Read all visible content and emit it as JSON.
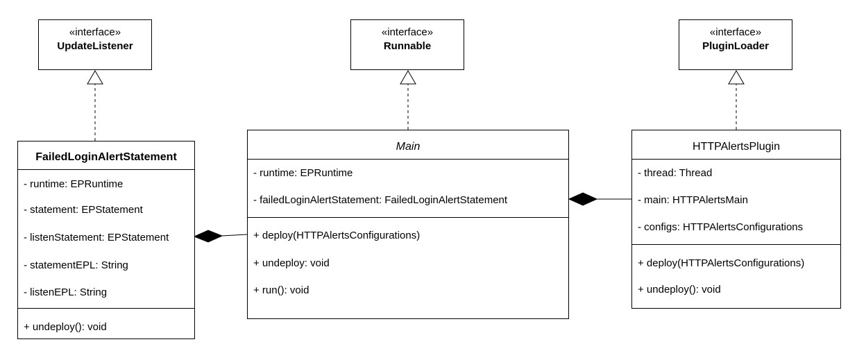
{
  "interfaces": [
    {
      "stereotype": "«interface»",
      "name": "UpdateListener"
    },
    {
      "stereotype": "«interface»",
      "name": "Runnable"
    },
    {
      "stereotype": "«interface»",
      "name": "PluginLoader"
    }
  ],
  "classes": {
    "failed": {
      "name": "FailedLoginAlertStatement",
      "attributes": [
        "- runtime: EPRuntime",
        "- statement: EPStatement",
        "- listenStatement: EPStatement",
        "- statementEPL: String",
        "- listenEPL: String"
      ],
      "methods": [
        "+ undeploy(): void"
      ]
    },
    "main": {
      "name": "Main",
      "attributes": [
        "- runtime: EPRuntime",
        "- failedLoginAlertStatement: FailedLoginAlertStatement"
      ],
      "methods": [
        "+ deploy(HTTPAlertsConfigurations)",
        "+ undeploy: void",
        "+ run(): void"
      ]
    },
    "plugin": {
      "name": "HTTPAlertsPlugin",
      "attributes": [
        "- thread: Thread",
        "- main: HTTPAlertsMain",
        "- configs: HTTPAlertsConfigurations"
      ],
      "methods": [
        "+ deploy(HTTPAlertsConfigurations)",
        "+ undeploy(): void"
      ]
    }
  }
}
